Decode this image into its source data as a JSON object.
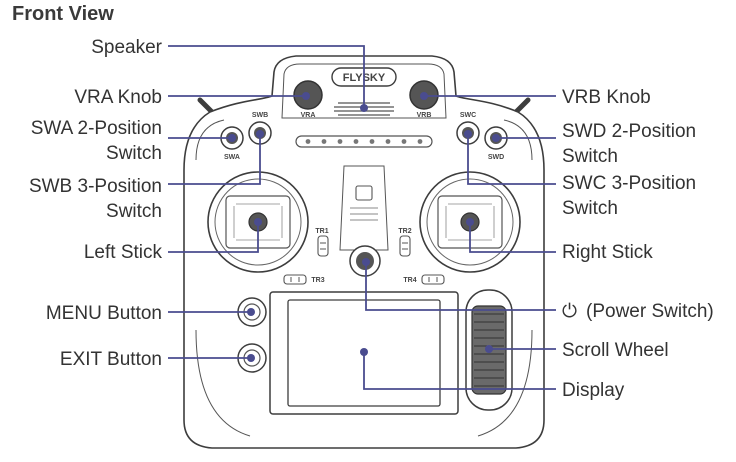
{
  "title": "Front View",
  "brand": "FLYSKY",
  "device_text": {
    "vra": "VRA",
    "vrb": "VRB",
    "swa": "SWA",
    "swb": "SWB",
    "swc": "SWC",
    "swd": "SWD",
    "tr1": "TR1",
    "tr2": "TR2",
    "tr3": "TR3",
    "tr4": "TR4",
    "power_symbol": "⏻"
  },
  "callouts": {
    "speaker": "Speaker",
    "vra_knob": "VRA Knob",
    "vrb_knob": "VRB Knob",
    "swa_line1": "SWA 2-Position",
    "swa_line2": "Switch",
    "swd_line1": "SWD 2-Position",
    "swd_line2": "Switch",
    "swb_line1": "SWB 3-Position",
    "swb_line2": "Switch",
    "swc_line1": "SWC 3-Position",
    "swc_line2": "Switch",
    "left_stick": "Left Stick",
    "right_stick": "Right Stick",
    "menu_button": "MENU Button",
    "exit_button": "EXIT Button",
    "power_switch": "(Power Switch)",
    "scroll_wheel": "Scroll Wheel",
    "display": "Display"
  },
  "colors": {
    "leader": "#4a4c8f",
    "outline": "#3d3d3d",
    "text": "#333333"
  }
}
